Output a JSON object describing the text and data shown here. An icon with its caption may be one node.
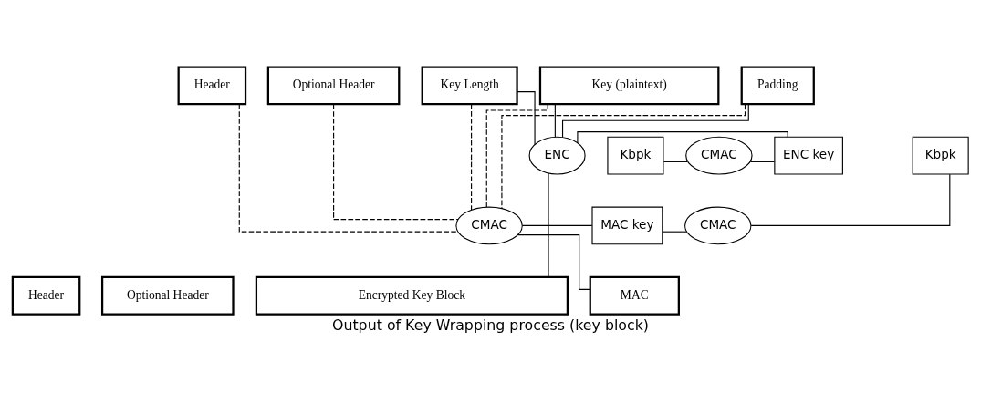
{
  "diagram": {
    "caption": "Output of Key Wrapping process (key block)",
    "nodes": [
      {
        "text": [
          "Header"
        ]
      },
      {
        "text": [
          "Optional Header"
        ]
      },
      {
        "text": [
          "Key Length"
        ]
      },
      {
        "text": [
          "Key (plaintext)"
        ]
      },
      {
        "text": [
          "Padding"
        ]
      },
      {
        "text": [
          "Kbpk"
        ]
      },
      {
        "text": [
          "CMAC"
        ]
      },
      {
        "text": [
          "ENC key"
        ]
      },
      {
        "text": [
          "ENC"
        ]
      },
      {
        "text": [
          "Kbpk"
        ]
      },
      {
        "text": [
          "CMAC"
        ]
      },
      {
        "text": [
          "MAC key"
        ]
      },
      {
        "text": [
          "CMAC"
        ]
      },
      {
        "text": [
          "Header"
        ]
      },
      {
        "text": [
          "Optional Header"
        ]
      },
      {
        "text": [
          "Encrypted Key Block"
        ]
      },
      {
        "text": [
          "MAC"
        ]
      }
    ],
    "edges": [
      {
        "from": 5,
        "to": 6,
        "arrow": "none"
      },
      {
        "from": 6,
        "to": 7,
        "arrow": "none"
      },
      {
        "from": 7,
        "to": 8,
        "arrow": "none"
      },
      {
        "from": 2,
        "to": 8,
        "arrow": "none"
      },
      {
        "from": 3,
        "to": 8,
        "arrow": "none"
      },
      {
        "from": 4,
        "to": 8,
        "arrow": "none"
      },
      {
        "from": 0,
        "to": 10,
        "arrow": "none",
        "style": "dashed"
      },
      {
        "from": 1,
        "to": 10,
        "arrow": "none",
        "style": "dashed"
      },
      {
        "from": 2,
        "to": 10,
        "arrow": "none",
        "style": "dashed"
      },
      {
        "from": 3,
        "to": 10,
        "arrow": "none",
        "style": "dashed"
      },
      {
        "from": 4,
        "to": 10,
        "arrow": "none",
        "style": "dashed"
      },
      {
        "from": 9,
        "to": 12,
        "arrow": "none"
      },
      {
        "from": 12,
        "to": 11,
        "arrow": "none"
      },
      {
        "from": 11,
        "to": 10,
        "arrow": "none"
      },
      {
        "from": 8,
        "to": 15,
        "arrow": "none"
      },
      {
        "from": 10,
        "to": 16,
        "arrow": "none"
      }
    ]
  }
}
